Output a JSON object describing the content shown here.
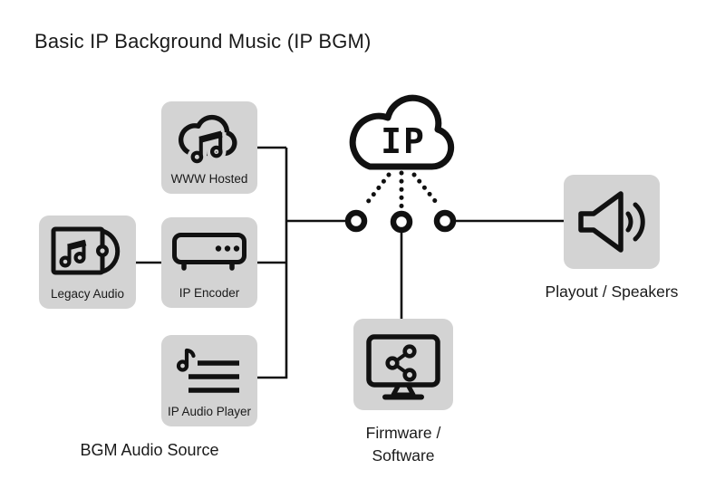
{
  "title": "Basic IP Background Music (IP BGM)",
  "cloud": {
    "label": "IP",
    "icon": "ip-cloud-icon"
  },
  "sources": {
    "group_label": "BGM Audio Source",
    "www_hosted": {
      "label": "WWW Hosted",
      "icon": "cloud-music-icon"
    },
    "legacy_audio": {
      "label": "Legacy Audio",
      "icon": "disc-music-icon"
    },
    "ip_encoder": {
      "label": "IP Encoder",
      "icon": "encoder-device-icon"
    },
    "ip_audio_player": {
      "label": "IP Audio Player",
      "icon": "playlist-note-icon"
    }
  },
  "firmware": {
    "label_line1": "Firmware /",
    "label_line2": "Software",
    "icon": "monitor-share-icon"
  },
  "playout": {
    "label": "Playout / Speakers",
    "icon": "speaker-icon"
  },
  "colors": {
    "box_bg": "#d3d3d3",
    "icon_stroke": "#111111",
    "line": "#111111",
    "text": "#1a1a1a",
    "canvas_bg": "#ffffff"
  }
}
